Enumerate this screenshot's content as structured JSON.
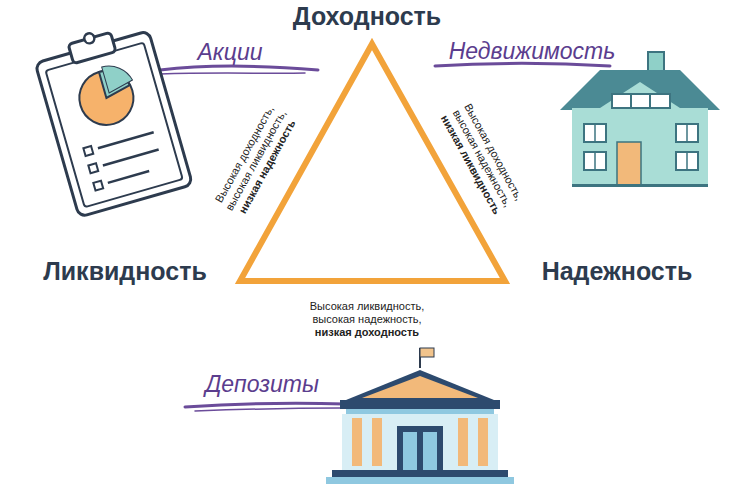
{
  "diagram": {
    "labels": [
      "Доходность",
      "Ликвидность",
      "Надежность",
      "Акции",
      "Недвижимость",
      "Депозиты",
      "Высокая доходность, высокая ликвидность,",
      "низкая надежность",
      "Высокая доходность, высокая надежность,",
      "низкая ликвидность",
      "Высокая ликвидность, высокая надежность,",
      "низкая доходность"
    ]
  }
}
